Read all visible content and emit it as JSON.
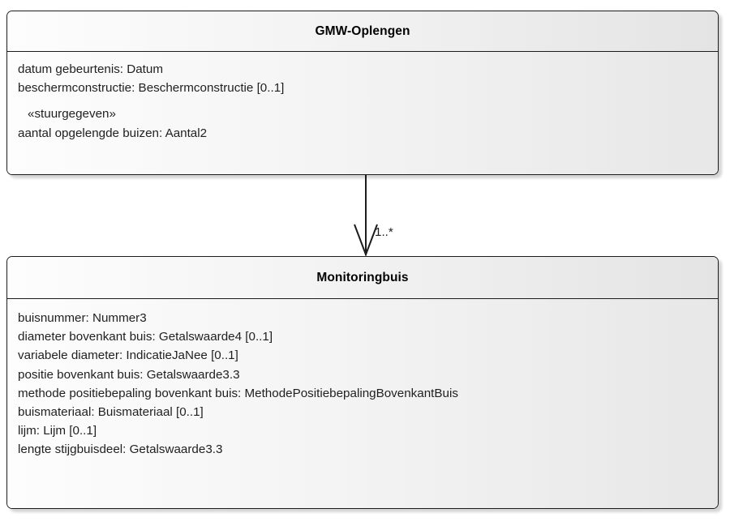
{
  "diagram": {
    "type": "uml-class-diagram",
    "classes": [
      {
        "id": "gmw-oplengen",
        "name": "GMW-Oplengen",
        "attributes": [
          {
            "text": "datum gebeurtenis: Datum",
            "stereotype": false
          },
          {
            "text": "beschermconstructie: Beschermconstructie [0..1]",
            "stereotype": false
          },
          {
            "text": "«stuurgegeven»",
            "stereotype": true
          },
          {
            "text": "aantal opgelengde buizen: Aantal2",
            "stereotype": false
          }
        ]
      },
      {
        "id": "monitoringbuis",
        "name": "Monitoringbuis",
        "attributes": [
          {
            "text": "buisnummer: Nummer3",
            "stereotype": false
          },
          {
            "text": "diameter bovenkant buis: Getalswaarde4 [0..1]",
            "stereotype": false
          },
          {
            "text": "variabele diameter: IndicatieJaNee [0..1]",
            "stereotype": false
          },
          {
            "text": "positie bovenkant buis: Getalswaarde3.3",
            "stereotype": false
          },
          {
            "text": "methode positiebepaling bovenkant buis: MethodePositiebepalingBovenkantBuis",
            "stereotype": false
          },
          {
            "text": "buismateriaal: Buismateriaal [0..1]",
            "stereotype": false
          },
          {
            "text": "lijm: Lijm [0..1]",
            "stereotype": false
          },
          {
            "text": "lengte stijgbuisdeel: Getalswaarde3.3",
            "stereotype": false
          }
        ]
      }
    ],
    "connector": {
      "kind": "association-open-arrow",
      "from": "gmw-oplengen",
      "to": "monitoringbuis",
      "target_multiplicity": "1..*"
    },
    "colors": {
      "border": "#1c1c1c",
      "fill_light": "#fdfdfd",
      "fill_dark": "#e6e6e6",
      "text": "#1f1f1f",
      "shadow": "#cfcfcf",
      "background": "#ffffff"
    }
  }
}
